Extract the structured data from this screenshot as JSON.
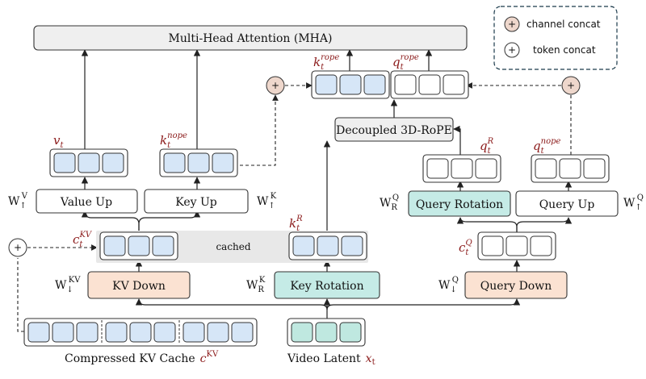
{
  "mha": {
    "label": "Multi-Head Attention (MHA)"
  },
  "legend": {
    "channel_concat": "channel concat",
    "token_concat": "token concat"
  },
  "rope_block": {
    "label": "Decoupled 3D-RoPE"
  },
  "value_up": {
    "label": "Value Up",
    "weight": "W",
    "weight_sub": "↑",
    "weight_sup": "V"
  },
  "key_up": {
    "label": "Key Up",
    "weight": "W",
    "weight_sub": "↑",
    "weight_sup": "K"
  },
  "kv_down": {
    "label": "KV Down",
    "weight": "W",
    "weight_sub": "↓",
    "weight_sup": "KV"
  },
  "key_rotation": {
    "label": "Key Rotation",
    "weight": "W",
    "weight_sub": "R",
    "weight_sup": "K"
  },
  "query_rotation": {
    "label": "Query Rotation",
    "weight": "W",
    "weight_sub": "R",
    "weight_sup": "Q"
  },
  "query_up": {
    "label": "Query Up",
    "weight": "W",
    "weight_sub": "↑",
    "weight_sup": "Q"
  },
  "query_down": {
    "label": "Query Down",
    "weight": "W",
    "weight_sub": "↓",
    "weight_sup": "Q"
  },
  "vectors": {
    "k_rope": {
      "base": "k",
      "sub": "t",
      "sup": "rope"
    },
    "q_rope": {
      "base": "q",
      "sub": "t",
      "sup": "rope"
    },
    "v": {
      "base": "v",
      "sub": "t"
    },
    "k_nope": {
      "base": "k",
      "sub": "t",
      "sup": "nope"
    },
    "q_r": {
      "base": "q",
      "sub": "t",
      "sup": "R"
    },
    "q_nope": {
      "base": "q",
      "sub": "t",
      "sup": "nope"
    },
    "c_kv": {
      "base": "c",
      "sub": "t",
      "sup": "KV"
    },
    "k_r": {
      "base": "k",
      "sub": "t",
      "sup": "R"
    },
    "c_q": {
      "base": "c",
      "sub": "t",
      "sup": "Q"
    }
  },
  "cached_label": "cached",
  "cache": {
    "label": "Compressed KV Cache",
    "sym_base": "c",
    "sym_sup": "KV"
  },
  "latent": {
    "label": "Video Latent",
    "sym_base": "x",
    "sym_sub": "t"
  },
  "colors": {
    "cell_blue": "#d6e6f7",
    "cell_teal": "#bfe8e0",
    "kv_down_fill": "#fbe2d2",
    "rotation_fill": "#c5ebe6",
    "rope_fill": "#efefef",
    "mha_fill": "#efefef",
    "cached_band": "#e8e8e8",
    "concat_fill": "#eed7cc",
    "symbol_red": "#8b1a1a"
  }
}
